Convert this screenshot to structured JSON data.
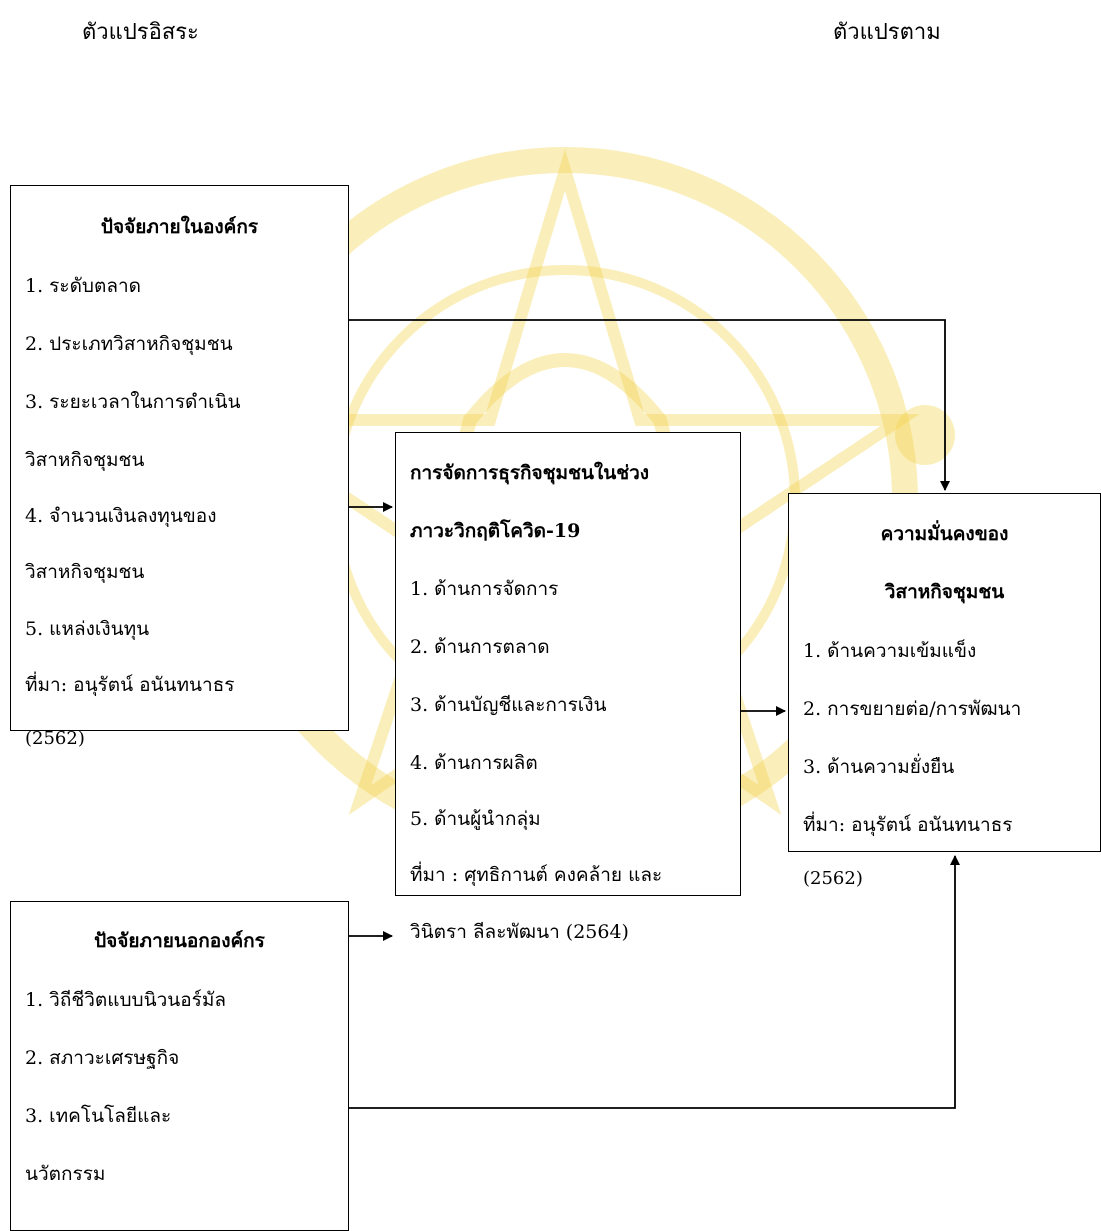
{
  "labels": {
    "independent": "ตัวแปรอิสระ",
    "dependent": "ตัวแปรตาม"
  },
  "internal": {
    "title": "ปัจจัยภายในองค์กร",
    "lines": [
      "1. ระดับตลาด",
      "2. ประเภทวิสาหกิจชุมชน",
      "3. ระยะเวลาในการดำเนิน",
      "วิสาหกิจชุมชน",
      "4. จำนวนเงินลงทุนของ",
      "วิสาหกิจชุมชน",
      "5. แหล่งเงินทุน",
      "ที่มา: อนุรัตน์ อนันทนาธร",
      "(2562)"
    ]
  },
  "management": {
    "title_lines": [
      "การจัดการธุรกิจชุมชนในช่วง",
      "ภาวะวิกฤติโควิด-19"
    ],
    "lines": [
      "1. ด้านการจัดการ",
      "2. ด้านการตลาด",
      "3. ด้านบัญชีและการเงิน",
      "4. ด้านการผลิต",
      "5. ด้านผู้นำกลุ่ม",
      "ที่มา : ศุทธิกานต์ คงคล้าย และ",
      "วินิตรา ลีละพัฒนา (2564)"
    ]
  },
  "stability": {
    "title_lines": [
      "ความมั่นคงของ",
      "วิสาหกิจชุมชน"
    ],
    "lines": [
      "1. ด้านความเข้มแข็ง",
      "2. การขยายต่อ/การพัฒนา",
      "3. ด้านความยั่งยืน",
      "ที่มา: อนุรัตน์ อนันทนาธร",
      "(2562)"
    ]
  },
  "external": {
    "title": "ปัจจัยภายนอกองค์กร",
    "lines": [
      "1. วิถีชีวิตแบบนิวนอร์มัล",
      "2. สภาวะเศรษฐกิจ",
      "3. เทคโนโลยีและ",
      "นวัตกรรม"
    ]
  },
  "colors": {
    "watermark": "#f3d24a",
    "line": "#000000"
  }
}
